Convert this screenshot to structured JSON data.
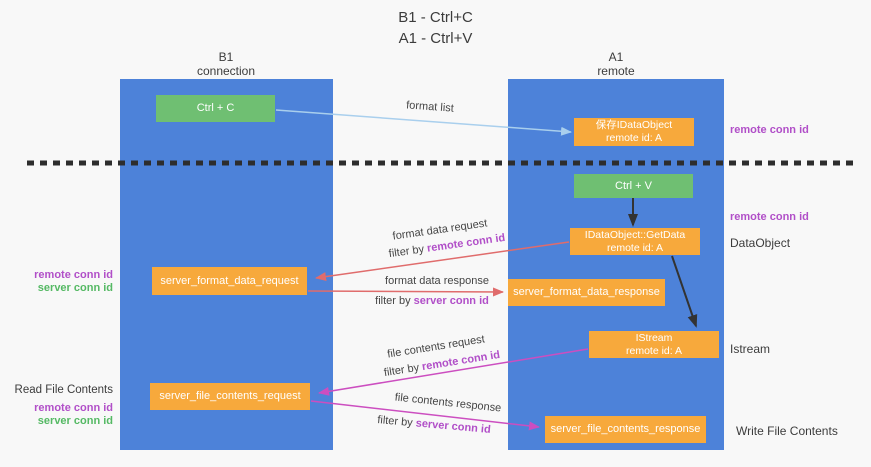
{
  "title": {
    "line1": "B1 - Ctrl+C",
    "line2": "A1 - Ctrl+V"
  },
  "lanes": {
    "left": {
      "title": "B1",
      "subtitle": "connection"
    },
    "right": {
      "title": "A1",
      "subtitle": "remote"
    }
  },
  "nodes": {
    "ctrl_c": {
      "label": "Ctrl + C"
    },
    "saved_dataobject": {
      "line1": "保存IDataObject",
      "line2": "remote id: A"
    },
    "ctrl_v": {
      "label": "Ctrl + V"
    },
    "getdata": {
      "line1": "IDataObject::GetData",
      "line2": "remote id: A"
    },
    "server_format_data_request": {
      "label": "server_format_data_request"
    },
    "server_format_data_response": {
      "label": "server_format_data_response"
    },
    "istream": {
      "line1": "IStream",
      "line2": "remote id: A"
    },
    "server_file_contents_request": {
      "label": "server_file_contents_request"
    },
    "server_file_contents_response": {
      "label": "server_file_contents_response"
    }
  },
  "edge_labels": {
    "format_list": "format list",
    "format_data_request": "format data request",
    "format_data_response": "format data response",
    "file_contents_request": "file contents request",
    "file_contents_response": "file contents response",
    "filter_by": "filter by",
    "remote_conn_id": "remote conn id",
    "server_conn_id": "server conn id"
  },
  "side_labels": {
    "right_remote_conn_top": "remote conn id",
    "right_remote_conn_mid": "remote conn id",
    "dataobject": "DataObject",
    "istream": "Istream",
    "write_file_contents": "Write File Contents",
    "left_remote_conn_top": "remote conn id",
    "left_server_conn_top": "server conn id",
    "read_file_contents": "Read File Contents",
    "left_remote_conn_bottom": "remote conn id",
    "left_server_conn_bottom": "server conn id"
  },
  "colors": {
    "background": "#f8f8f8",
    "lane_blue": "#4d82d9",
    "node_orange": "#f7a93c",
    "node_green": "#6fbf72",
    "purple_label": "#b14fc8",
    "green_label": "#55b964",
    "red_arrow": "#e06c6c",
    "magenta_arrow": "#cc4ec0",
    "light_blue_arrow": "#a9cfed",
    "black_arrow": "#333333",
    "dashed_line": "#2d2d2d"
  }
}
